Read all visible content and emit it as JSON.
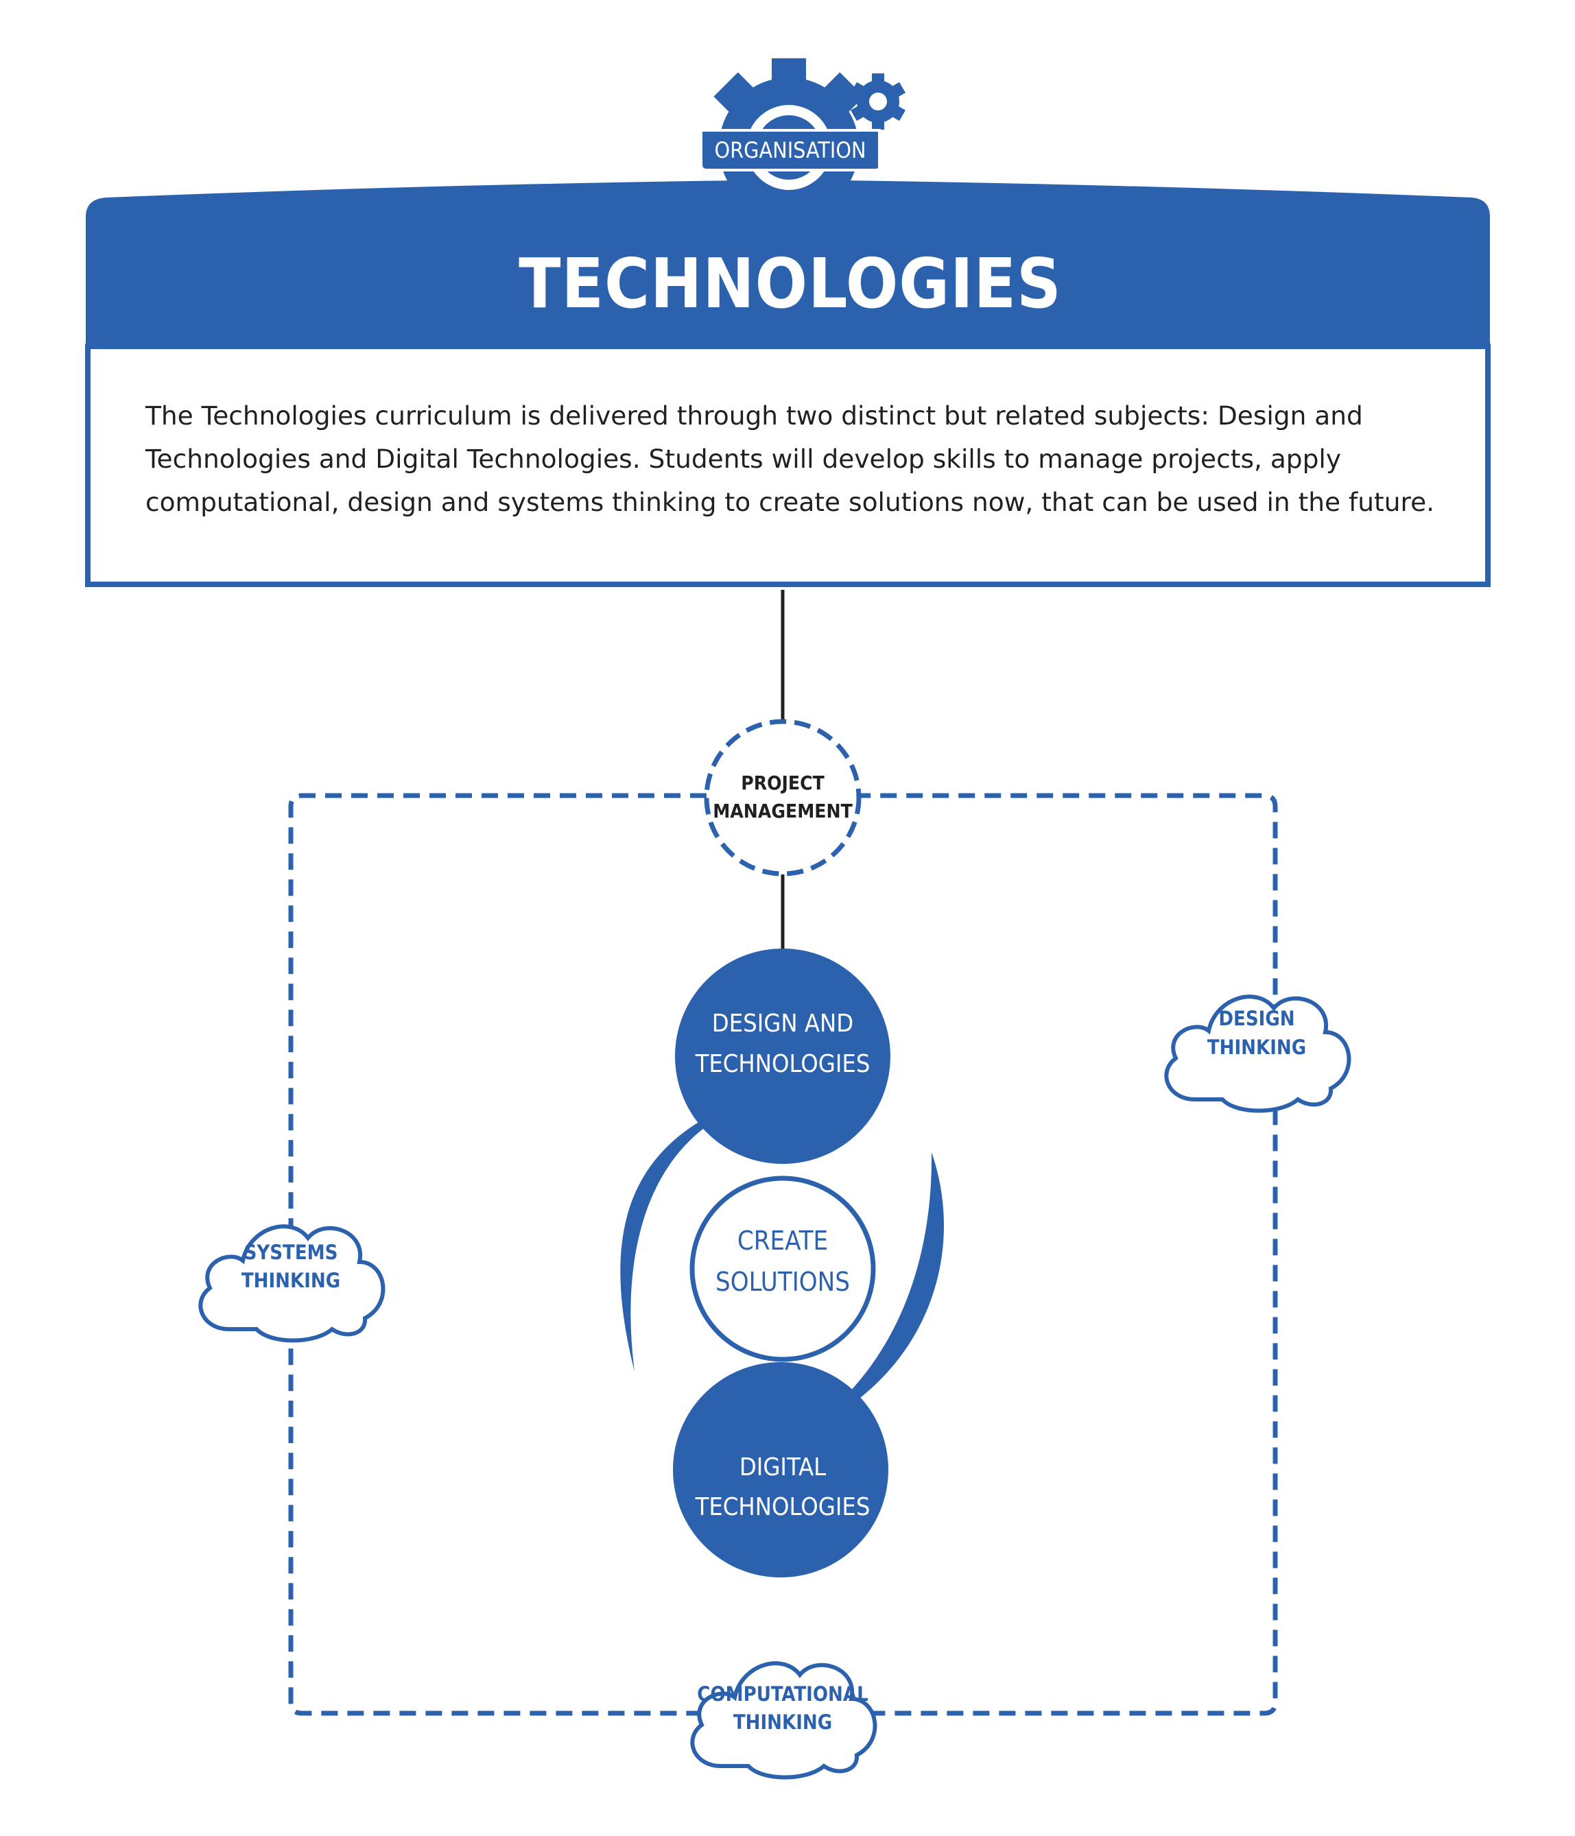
{
  "badge": {
    "label": "ORGANISATION",
    "icon": "gear-icon"
  },
  "header": {
    "title": "TECHNOLOGIES",
    "description": "The Technologies curriculum is delivered through two distinct but related subjects: Design and Technologies and Digital Technologies. Students will develop skills to manage projects, apply computational, design and systems thinking to create solutions now, that can be used in the future."
  },
  "diagram": {
    "hub": {
      "line1": "PROJECT",
      "line2": "MANAGEMENT"
    },
    "subjects": [
      {
        "line1": "DESIGN AND",
        "line2": "TECHNOLOGIES"
      },
      {
        "line1": "DIGITAL",
        "line2": "TECHNOLOGIES"
      }
    ],
    "center": {
      "line1": "CREATE",
      "line2": "SOLUTIONS"
    },
    "clouds": {
      "design": {
        "line1": "DESIGN",
        "line2": "THINKING"
      },
      "systems": {
        "line1": "SYSTEMS",
        "line2": "THINKING"
      },
      "computational": {
        "line1": "COMPUTATIONAL",
        "line2": "THINKING"
      }
    }
  },
  "colors": {
    "brand_blue": "#2c62ad",
    "text_dark": "#231f20",
    "white": "#ffffff"
  }
}
